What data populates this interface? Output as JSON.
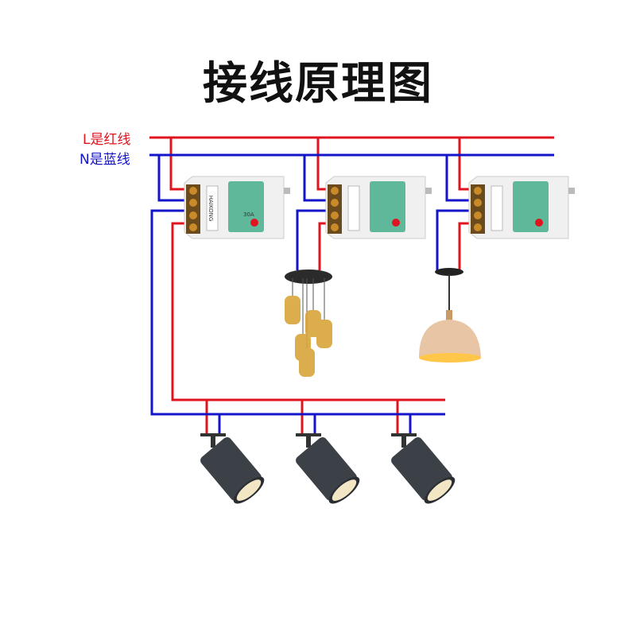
{
  "title": "接线原理图",
  "legend": {
    "live": "L是红线",
    "neutral": "N是蓝线"
  },
  "module": {
    "brand": "HAIKONG",
    "rating": "30A"
  },
  "colors": {
    "live": "#e0141e",
    "neutral": "#1414c8",
    "module_panel": "#5fb89a"
  }
}
